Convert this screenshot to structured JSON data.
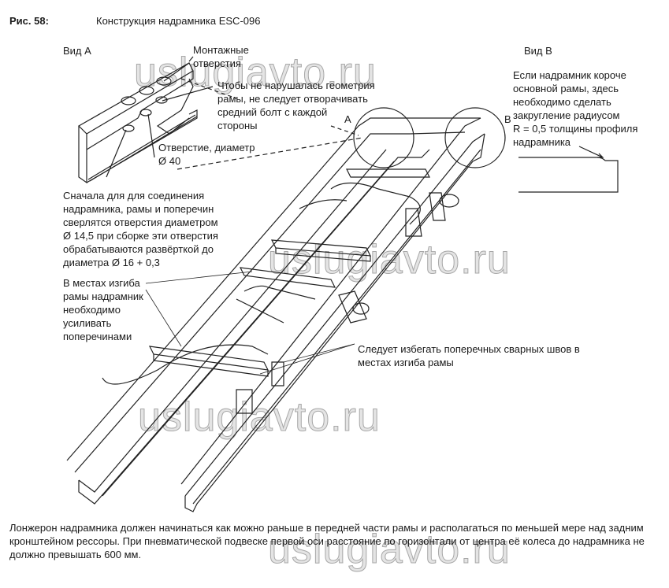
{
  "header": {
    "figure_label": "Рис. 58:",
    "title": "Конструкция надрамника ESC-096"
  },
  "view_a": {
    "label": "Вид А",
    "mounting_holes": "Монтажные\nотверстия",
    "middle_bolt_note": "Чтобы не нарушалась геометрия\nрамы, не следует отворачивать\nсредний болт с каждой\nстороны",
    "hole_diameter": "Отверстие, диаметр\nØ 40"
  },
  "view_b": {
    "label": "Вид В",
    "note": "Если надрамник короче\nосновной рамы, здесь\nнеобходимо сделать\nзакругление радиусом\nR = 0,5 толщины профиля\nнадрамника"
  },
  "markers": {
    "a": "A",
    "b": "B"
  },
  "notes": {
    "drilling": "Сначала для для соединения\nнадрамника, рамы и поперечин\nсверлятся отверстия диаметром\nØ 14,5 при сборке эти отверстия\nобрабатываются развёрткой до\nдиаметра Ø 16 + 0,3",
    "bends": "В местах изгиба\nрамы надрамник\nнеобходимо\nусиливать\nпоперечинами",
    "welds": "Следует избегать поперечных сварных швов в\nместах изгиба рамы"
  },
  "footer": {
    "text": "Лонжерон надрамника должен начинаться как можно раньше в передней части рамы и располагаться по меньшей мере над задним кронштейном рессоры. При пневматической подвеске первой оси расстояние по горизонтали от центра её колеса до надрамника не должно превышать 600 мм."
  },
  "watermark": "uslugiavto.ru"
}
